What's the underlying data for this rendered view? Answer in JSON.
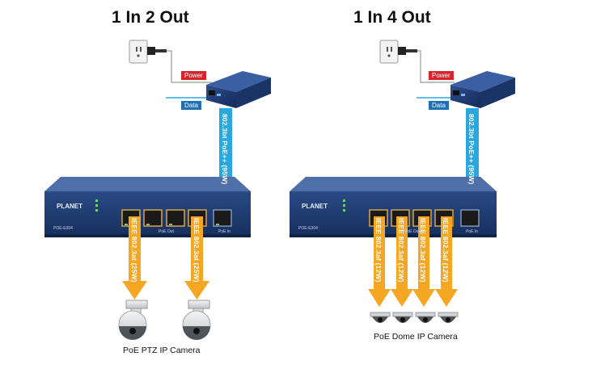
{
  "left": {
    "title": "1 In 2 Out",
    "power_label": "Power",
    "data_label": "Data",
    "uplink_label": "802.3bt PoE++ (95W)",
    "switch_brand": "PLANET",
    "switch_model": "POE-E304",
    "port_label_a": "PoE Out",
    "port_label_b": "PoE In",
    "outputs": [
      "IEEE 802.3at (25W)",
      "IEEE 802.3at (25W)"
    ],
    "caption": "PoE PTZ IP Camera"
  },
  "right": {
    "title": "1 In 4 Out",
    "power_label": "Power",
    "data_label": "Data",
    "uplink_label": "802.3bt PoE++ (95W)",
    "switch_brand": "PLANET",
    "switch_model": "POE-E304",
    "port_label_a": "PoE Out",
    "port_label_b": "PoE In",
    "outputs": [
      "IEEE 802.3af (12W)",
      "IEEE 802.3af (12W)",
      "IEEE 802.3af (12W)",
      "IEEE 802.3af (12W)"
    ],
    "caption": "PoE Dome IP Camera"
  },
  "colors": {
    "uplink": "#29a8e0",
    "output": "#f5a623",
    "switch": "#1c3566",
    "power": "#d7262b",
    "data": "#1f6fb5"
  }
}
